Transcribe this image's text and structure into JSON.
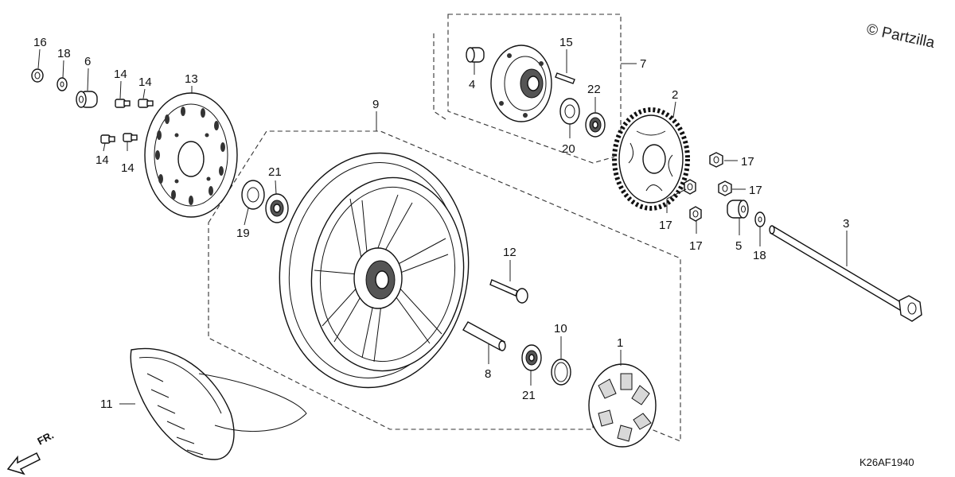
{
  "diagram": {
    "watermark": "© Partzilla",
    "diagram_code": "K26AF1940",
    "direction_label": "FR.",
    "callouts": {
      "c1": "1",
      "c2": "2",
      "c3": "3",
      "c4": "4",
      "c5": "5",
      "c6": "6",
      "c7": "7",
      "c8": "8",
      "c9": "9",
      "c10": "10",
      "c11": "11",
      "c12": "12",
      "c13": "13",
      "c14a": "14",
      "c14b": "14",
      "c14c": "14",
      "c14d": "14",
      "c15": "15",
      "c16": "16",
      "c17a": "17",
      "c17b": "17",
      "c17c": "17",
      "c17d": "17",
      "c18a": "18",
      "c18b": "18",
      "c19": "19",
      "c20": "20",
      "c21a": "21",
      "c21b": "21",
      "c22": "22"
    },
    "icons": {
      "direction_arrow": "front-direction-arrow-icon",
      "brake_disc": "brake-disc-icon",
      "wheel": "rear-wheel-icon",
      "sprocket": "sprocket-icon",
      "tire": "tire-icon"
    }
  }
}
